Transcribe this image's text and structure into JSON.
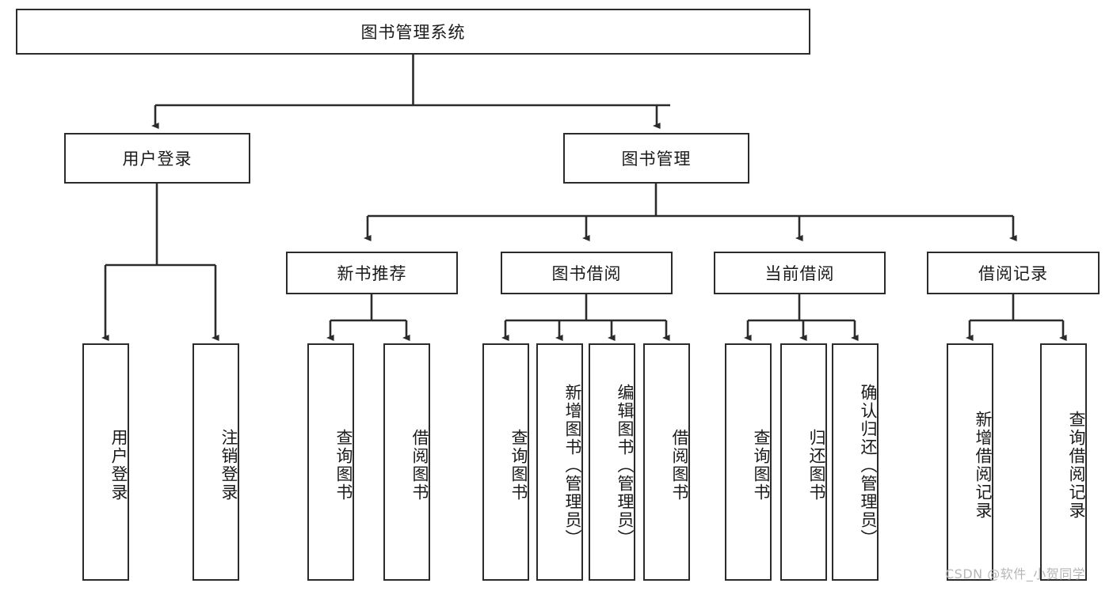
{
  "diagram": {
    "type": "tree-hierarchy-diagram",
    "title": "图书管理系统",
    "root": {
      "id": "root",
      "label": "图书管理系统"
    },
    "level2": [
      {
        "id": "user-login",
        "label": "用户登录"
      },
      {
        "id": "book-manage",
        "label": "图书管理"
      }
    ],
    "level3": [
      {
        "id": "new-book-recommend",
        "label": "新书推荐",
        "parent": "book-manage"
      },
      {
        "id": "book-borrow",
        "label": "图书借阅",
        "parent": "book-manage"
      },
      {
        "id": "current-borrow",
        "label": "当前借阅",
        "parent": "book-manage"
      },
      {
        "id": "borrow-record",
        "label": "借阅记录",
        "parent": "book-manage"
      }
    ],
    "leaves": [
      {
        "id": "leaf-user-login",
        "label": "用户登录",
        "parent": "user-login"
      },
      {
        "id": "leaf-user-logout",
        "label": "注销登录",
        "parent": "user-login"
      },
      {
        "id": "leaf-query-book-1",
        "label": "查询图书",
        "parent": "new-book-recommend"
      },
      {
        "id": "leaf-borrow-book-1",
        "label": "借阅图书",
        "parent": "new-book-recommend"
      },
      {
        "id": "leaf-query-book-2",
        "label": "查询图书",
        "parent": "book-borrow"
      },
      {
        "id": "leaf-add-book",
        "label": "新增图书（管理员）",
        "parent": "book-borrow"
      },
      {
        "id": "leaf-edit-book",
        "label": "编辑图书（管理员）",
        "parent": "book-borrow"
      },
      {
        "id": "leaf-borrow-book-2",
        "label": "借阅图书",
        "parent": "book-borrow"
      },
      {
        "id": "leaf-query-book-3",
        "label": "查询图书",
        "parent": "current-borrow"
      },
      {
        "id": "leaf-return-book",
        "label": "归还图书",
        "parent": "current-borrow"
      },
      {
        "id": "leaf-confirm-return",
        "label": "确认归还（管理员）",
        "parent": "current-borrow"
      },
      {
        "id": "leaf-add-record",
        "label": "新增借阅记录",
        "parent": "borrow-record"
      },
      {
        "id": "leaf-query-record",
        "label": "查询借阅记录",
        "parent": "borrow-record"
      }
    ]
  },
  "watermark": {
    "text": "CSDN @软件_小贺同学"
  },
  "colors": {
    "stroke": "#2b2b2b",
    "fill": "#ffffff",
    "text": "#1a1a1a",
    "watermark": "#b6b6b6"
  }
}
